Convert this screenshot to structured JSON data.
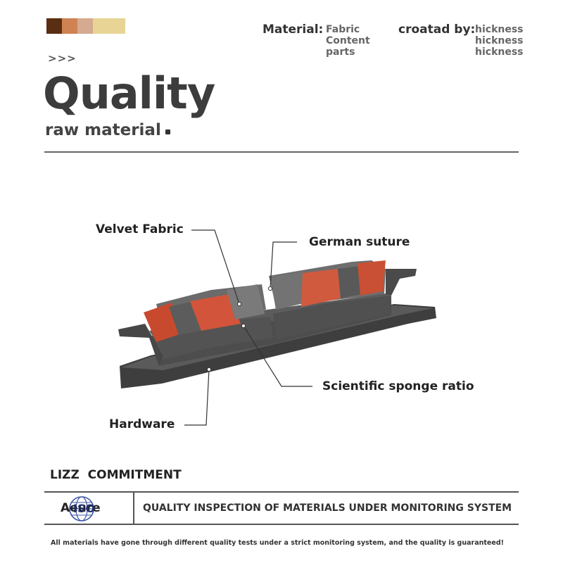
{
  "colors": [
    "#5a2e12",
    "#cf8252",
    "#d4aa90",
    "#e8d595"
  ],
  "header": {
    "material_label": "Material:",
    "material_values": [
      "Fabric",
      "Content",
      "parts"
    ],
    "created_label": "croatad by:",
    "created_values": [
      "hickness",
      "hickness",
      "hickness"
    ]
  },
  "arrows": ">>>",
  "title": "Quality",
  "subtitle": "raw material",
  "callouts": {
    "velvet": "Velvet Fabric",
    "suture": "German suture",
    "sponge": "Scientific sponge ratio",
    "hardware": "Hardware"
  },
  "commitment": {
    "heading": "LIZZ  COMMITMENT",
    "logo_text": "Aeure",
    "logo_overlay": "ISO",
    "statement": "QUALITY INSPECTION OF MATERIALS UNDER MONITORING SYSTEM",
    "footnote": "All materials have gone through different quality tests under a strict monitoring system, and the quality is guaranteed!"
  }
}
